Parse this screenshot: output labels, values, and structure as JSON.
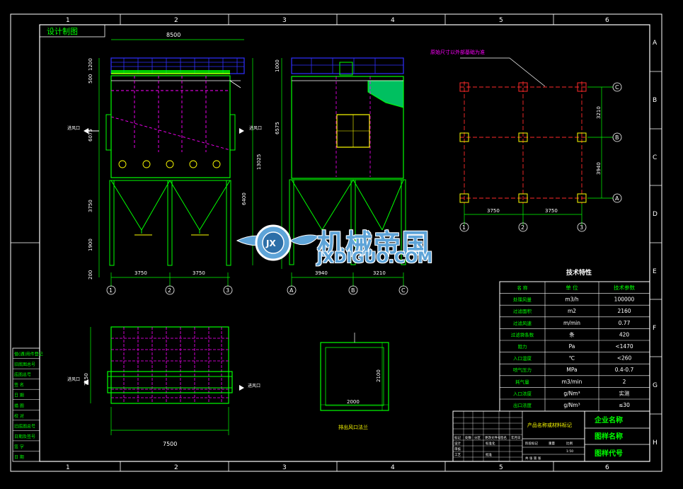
{
  "grid": {
    "columns": [
      "1",
      "2",
      "3",
      "4",
      "5",
      "6"
    ],
    "rows": [
      "A",
      "B",
      "C",
      "D",
      "E",
      "F",
      "G",
      "H"
    ]
  },
  "header_stamp": "设计制图",
  "front_view": {
    "top_dim": "8500",
    "left_dims": [
      "1200",
      "500",
      "6075",
      "3750",
      "1900",
      "200"
    ],
    "right_dims": [
      "13025",
      "6400"
    ],
    "bottom_dims": [
      "3750",
      "3750"
    ],
    "axis_labels": [
      "1",
      "2",
      "3"
    ],
    "inlet_label": "进风口"
  },
  "side_view": {
    "left_dims": [
      "1000",
      "6575"
    ],
    "bottom_dims": [
      "3940",
      "3210"
    ],
    "axis_labels": [
      "A",
      "B",
      "C"
    ]
  },
  "plan_view": {
    "note": "原始尺寸以外部基础为准",
    "row_labels": [
      "C",
      "B",
      "A"
    ],
    "col_labels": [
      "1",
      "2",
      "3"
    ],
    "dims_x": [
      "3750",
      "3750"
    ],
    "dims_y": [
      "3210",
      "3940"
    ]
  },
  "top_view": {
    "width_dim": "7500",
    "height_dim": "7150",
    "inlet_left": "进风口",
    "inlet_right": "进风口"
  },
  "outlet": {
    "width_dim": "2000",
    "height_dim": "2100",
    "label": "排出风口法兰"
  },
  "tech_table": {
    "title": "技术特性",
    "headers": [
      "名  称",
      "单  位",
      "技术参数"
    ],
    "rows": [
      [
        "处理风量",
        "m3/h",
        "100000"
      ],
      [
        "过滤面积",
        "m2",
        "2160"
      ],
      [
        "过滤风速",
        "m/min",
        "0.77"
      ],
      [
        "过滤袋条数",
        "条",
        "420"
      ],
      [
        "阻力",
        "Pa",
        "<1470"
      ],
      [
        "入口温度",
        "℃",
        "<260"
      ],
      [
        "喷气压力",
        "MPa",
        "0.4-0.7"
      ],
      [
        "耗气量",
        "m3/min",
        "2"
      ],
      [
        "入口浓度",
        "g/Nm³",
        "实测"
      ],
      [
        "出口浓度",
        "g/Nm³",
        "≤30"
      ]
    ]
  },
  "left_strip": [
    "借(通)用件登记",
    "旧底图总号",
    "底图总号",
    "签 名",
    "日 期",
    "描 图",
    "校 对",
    "旧底图总号",
    "日期及签号",
    "签 字",
    "日 期"
  ],
  "title_block": {
    "product_label": "产品名称或材料标记",
    "company": "企业名称",
    "drawing_name": "图样名称",
    "drawing_code": "图样代号",
    "row_labels": [
      "标记",
      "处数",
      "分区",
      "更改文件号",
      "签名",
      "年月日"
    ],
    "design": "设计",
    "review": "审核",
    "craft": "工艺",
    "standard": "标准化",
    "approve": "批准",
    "stage": "阶段标记",
    "weight": "重量",
    "scale": "比例",
    "sheets": "共 张 第 张",
    "scale_value": "1:50"
  },
  "watermark": {
    "cn": "机械帝国",
    "en": "JXDIGUO.COM",
    "badge": "JX"
  },
  "colors": {
    "frame": "#ffffff",
    "green": "#00ff00",
    "magenta": "#ff00ff",
    "red": "#ff2a2a",
    "blue": "#3030ff",
    "yellow": "#ffff00",
    "cyan": "#00c8ff"
  }
}
